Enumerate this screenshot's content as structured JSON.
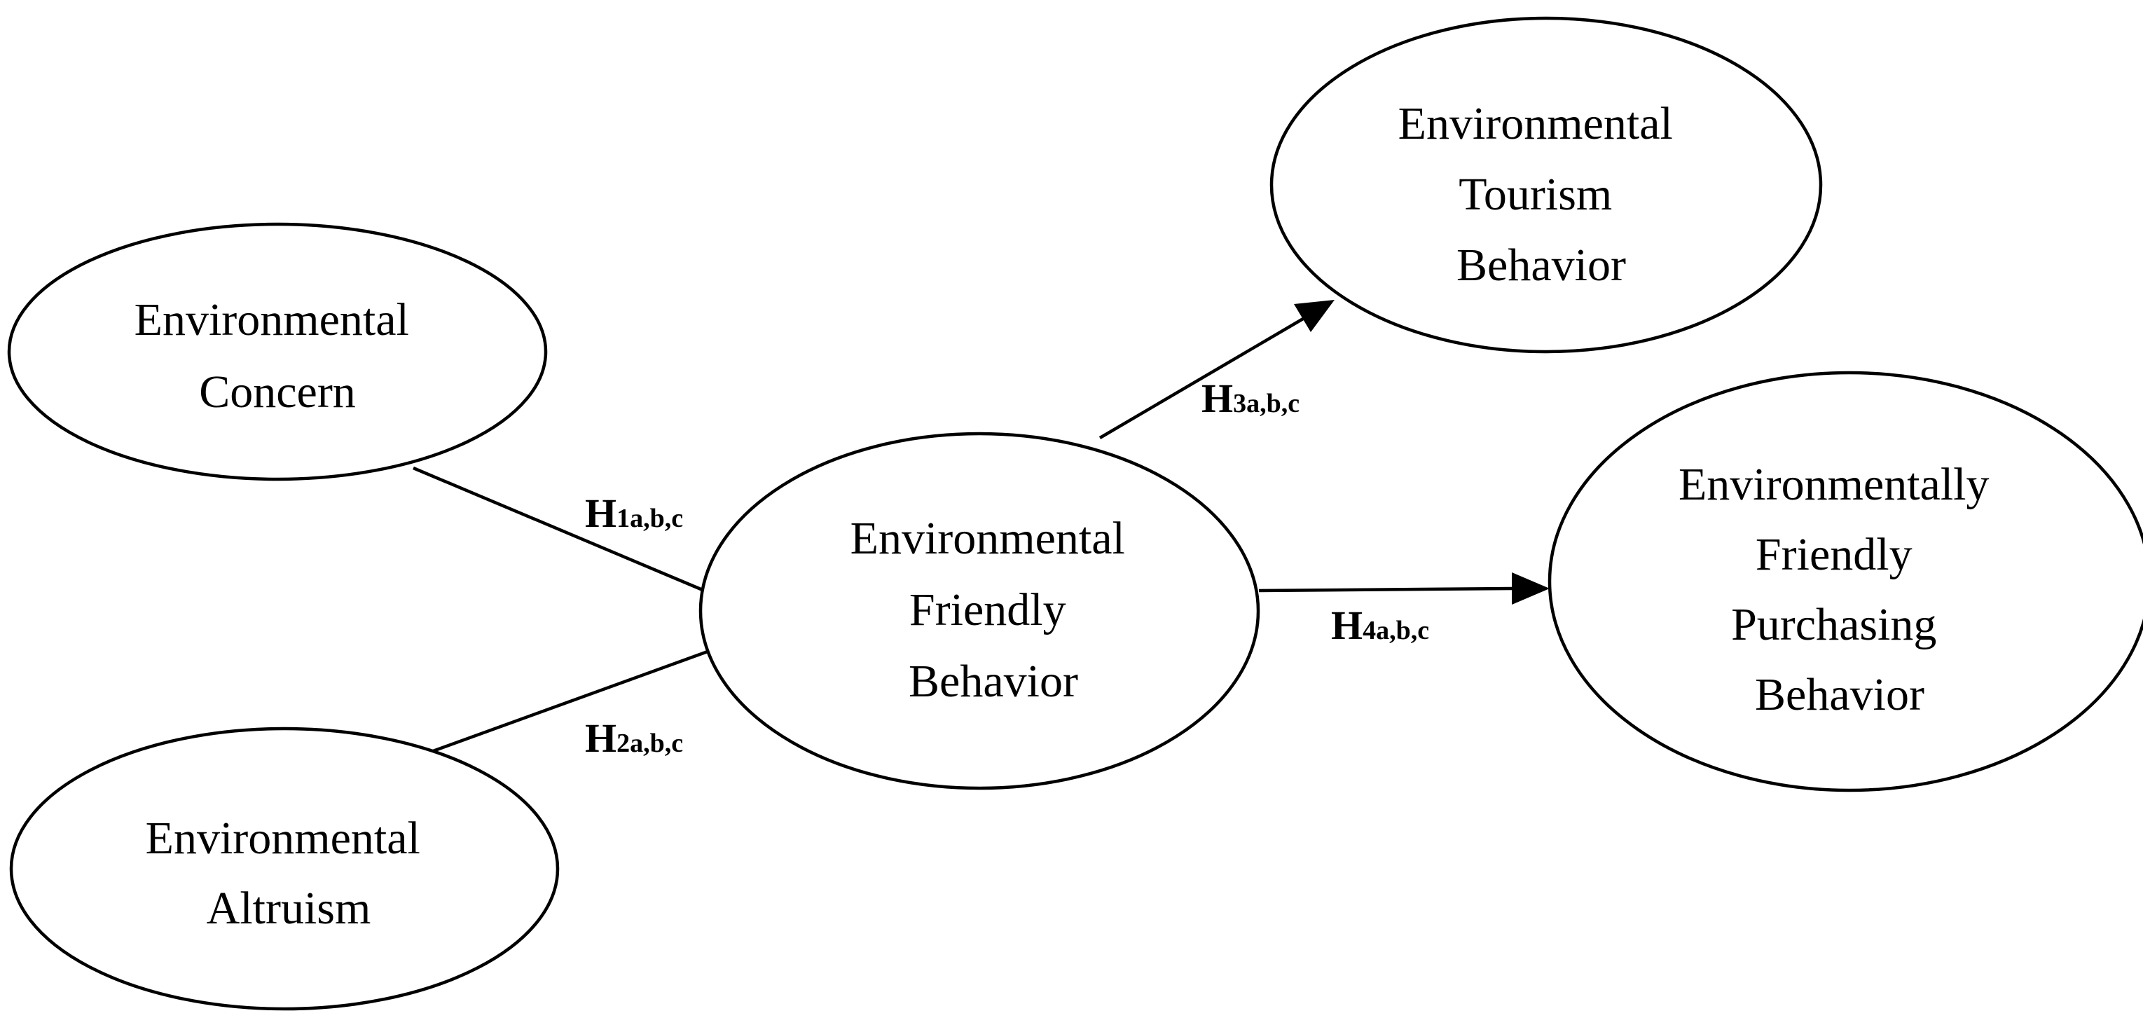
{
  "nodes": {
    "concern": {
      "lines": [
        "Environmental",
        "Concern"
      ]
    },
    "altruism": {
      "lines": [
        "Environmental",
        "Altruism"
      ]
    },
    "friendly_behavior": {
      "lines": [
        "Environmental",
        "Friendly",
        "Behavior"
      ]
    },
    "tourism_behavior": {
      "lines": [
        "Environmental",
        "Tourism",
        "Behavior"
      ]
    },
    "purchasing_behavior": {
      "lines": [
        "Environmentally",
        "Friendly",
        "Purchasing",
        "Behavior"
      ]
    }
  },
  "hypotheses": {
    "h1": {
      "letter": "H",
      "sub": "1a,b,c"
    },
    "h2": {
      "letter": "H",
      "sub": "2a,b,c"
    },
    "h3": {
      "letter": "H",
      "sub": "3a,b,c"
    },
    "h4": {
      "letter": "H",
      "sub": "4a,b,c"
    }
  },
  "colors": {
    "stroke": "#000000",
    "background": "#ffffff"
  }
}
